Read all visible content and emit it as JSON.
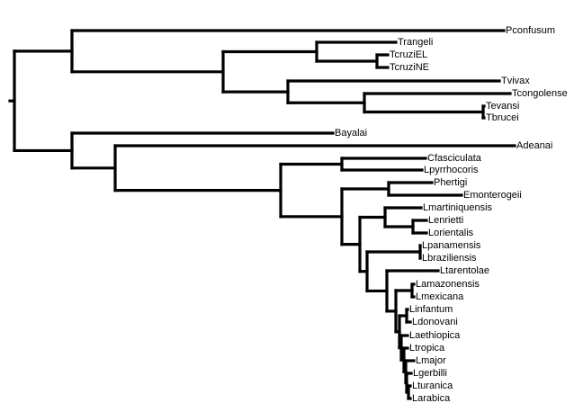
{
  "tree": {
    "leaves": [
      {
        "id": "pconfusum",
        "label": "Pconfusum"
      },
      {
        "id": "trangeli",
        "label": "Trangeli"
      },
      {
        "id": "tcruziel",
        "label": "TcruziEL"
      },
      {
        "id": "tcruzine",
        "label": "TcruziNE"
      },
      {
        "id": "tvivax",
        "label": "Tvivax"
      },
      {
        "id": "tcongolense",
        "label": "Tcongolense"
      },
      {
        "id": "tevansi",
        "label": "Tevansi"
      },
      {
        "id": "tbrucei",
        "label": "Tbrucei"
      },
      {
        "id": "bayalai",
        "label": "Bayalai"
      },
      {
        "id": "adeanai",
        "label": "Adeanai"
      },
      {
        "id": "cfasciculata",
        "label": "Cfasciculata"
      },
      {
        "id": "lpyrrhocoris",
        "label": "Lpyrrhocoris"
      },
      {
        "id": "phertigi",
        "label": "Phertigi"
      },
      {
        "id": "emonterogeii",
        "label": "Emonterogeii"
      },
      {
        "id": "lmartiniquensis",
        "label": "Lmartiniquensis"
      },
      {
        "id": "lenrietti",
        "label": "Lenrietti"
      },
      {
        "id": "lorientalis",
        "label": "Lorientalis"
      },
      {
        "id": "lpanamensis",
        "label": "Lpanamensis"
      },
      {
        "id": "lbraziliensis",
        "label": "Lbraziliensis"
      },
      {
        "id": "ltarentolae",
        "label": "Ltarentolae"
      },
      {
        "id": "lamazonensis",
        "label": "Lamazonensis"
      },
      {
        "id": "lmexicana",
        "label": "Lmexicana"
      },
      {
        "id": "linfantum",
        "label": "Linfantum"
      },
      {
        "id": "ldonovani",
        "label": "Ldonovani"
      },
      {
        "id": "laethiopica",
        "label": "Laethiopica"
      },
      {
        "id": "ltropica",
        "label": "Ltropica"
      },
      {
        "id": "lmajor",
        "label": "Lmajor"
      },
      {
        "id": "lgerbilli",
        "label": "Lgerbilli"
      },
      {
        "id": "lturanica",
        "label": "Lturanica"
      },
      {
        "id": "larabica",
        "label": "Larabica"
      }
    ]
  }
}
